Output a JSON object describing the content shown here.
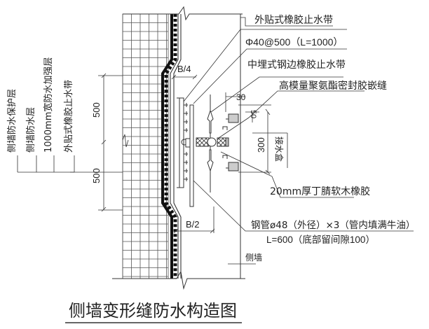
{
  "title": "侧墙变形缝防水构造图",
  "labels": {
    "external_waterstop": "外贴式橡胶止水带",
    "rebar_spec": "Φ40@500（L=1000）",
    "embedded_waterstop": "中埋式钢边橡胶止水带",
    "sealant": "高模量聚氨酯密封胶嵌缝",
    "water_box": "接水盒",
    "cork_rubber": "20mm厚丁腈软木橡胶",
    "steel_pipe": "钢管ø48（外径）×3（管内填满牛油）",
    "pipe_length": "L=600（底部留间隙100）",
    "side_wall": "侧墙"
  },
  "left_labels": [
    "侧墙防水保护层",
    "侧墙防水层",
    "1000mm宽防水加强层",
    "外贴式橡胶止水带"
  ],
  "dimensions": {
    "b_quarter": "B/4",
    "b_half": "B/2",
    "d30": "30",
    "d50": "50",
    "d300": "300",
    "d500_upper": "500",
    "d500_lower": "500"
  }
}
